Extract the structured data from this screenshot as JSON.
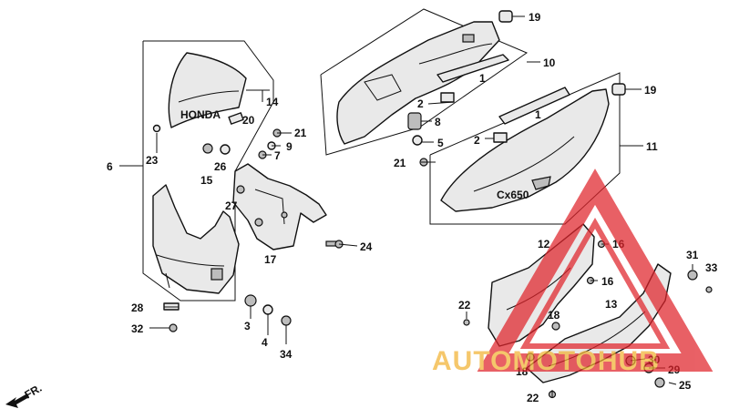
{
  "diagram": {
    "callouts": {
      "c1a": "1",
      "c1b": "1",
      "c2a": "2",
      "c2b": "2",
      "c3": "3",
      "c4": "4",
      "c5": "5",
      "c6": "6",
      "c7": "7",
      "c8": "8",
      "c9": "9",
      "c10": "10",
      "c11": "11",
      "c12": "12",
      "c13": "13",
      "c14": "14",
      "c15": "15",
      "c16a": "16",
      "c16b": "16",
      "c17": "17",
      "c18a": "18",
      "c18b": "18",
      "c19a": "19",
      "c19b": "19",
      "c20": "20",
      "c21a": "21",
      "c21b": "21",
      "c22a": "22",
      "c22b": "22",
      "c23": "23",
      "c24": "24",
      "c25": "25",
      "c26": "26",
      "c27": "27",
      "c28": "28",
      "c29": "29",
      "c30": "30",
      "c31": "31",
      "c32": "32",
      "c33": "33",
      "c34": "34"
    },
    "direction_label": "FR.",
    "windscreen_brand": "HONDA",
    "cowl_decal": "Cx650"
  },
  "watermark": {
    "text": "AUTOMOTOHUB",
    "color_triangle": "#e0242b",
    "color_text": "#f2b233"
  }
}
